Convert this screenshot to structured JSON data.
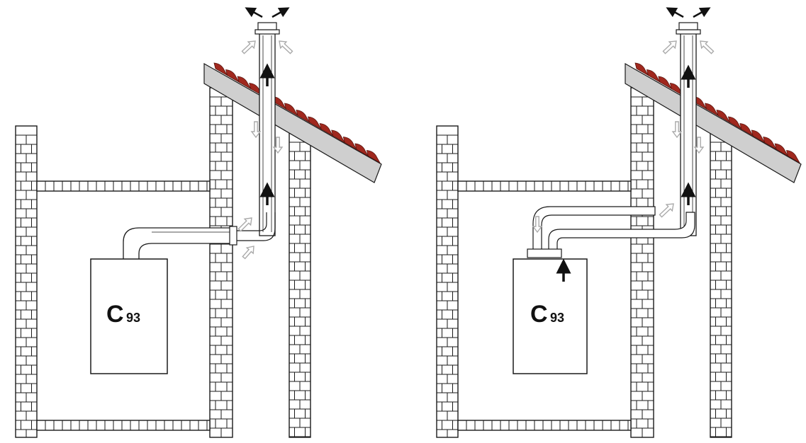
{
  "panels": [
    {
      "boiler_label_main": "C",
      "boiler_label_sub": "93"
    },
    {
      "boiler_label_main": "C",
      "boiler_label_sub": "93"
    }
  ],
  "colors": {
    "roof_tile": "#a0281e",
    "roof_tile_edge": "#5a140e",
    "roof_slab": "#cfcfcf",
    "outline": "#1a1a1a",
    "air_arrow": "#aaaaaa",
    "flue_arrow": "#111111"
  }
}
